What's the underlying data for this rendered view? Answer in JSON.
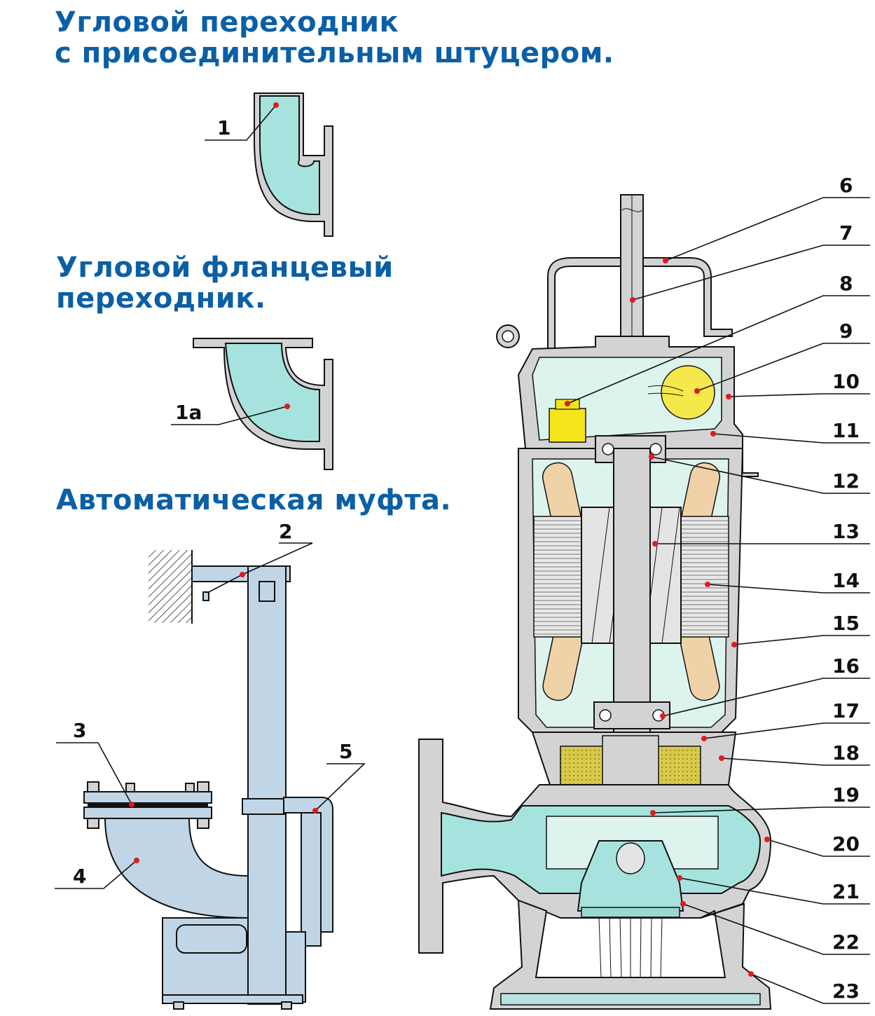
{
  "headings": {
    "angle_adapter": "Угловой переходник\nс присоединительным штуцером.",
    "flange_adapter": "Угловой фланцевый\nпереходник.",
    "auto_coupling": "Автоматическая муфта."
  },
  "labels": {
    "l1": "1",
    "l1a": "1а",
    "l2": "2",
    "l3": "3",
    "l4": "4",
    "l5": "5",
    "l6": "6",
    "l7": "7",
    "l8": "8",
    "l9": "9",
    "l10": "10",
    "l11": "11",
    "l12": "12",
    "l13": "13",
    "l14": "14",
    "l15": "15",
    "l16": "16",
    "l17": "17",
    "l18": "18",
    "l19": "19",
    "l20": "20",
    "l21": "21",
    "l22": "22",
    "l23": "23"
  },
  "colors": {
    "heading": "#0b5fa5",
    "marker": "#e01b1b",
    "water": "#a6e3de",
    "coupling": "#c0d6e6",
    "housing": "#d3d3d3",
    "winding": "#f0d2a8",
    "capacitor": "#f5e84a",
    "terminal": "#f4e51b",
    "oil": "#c8b43a"
  }
}
